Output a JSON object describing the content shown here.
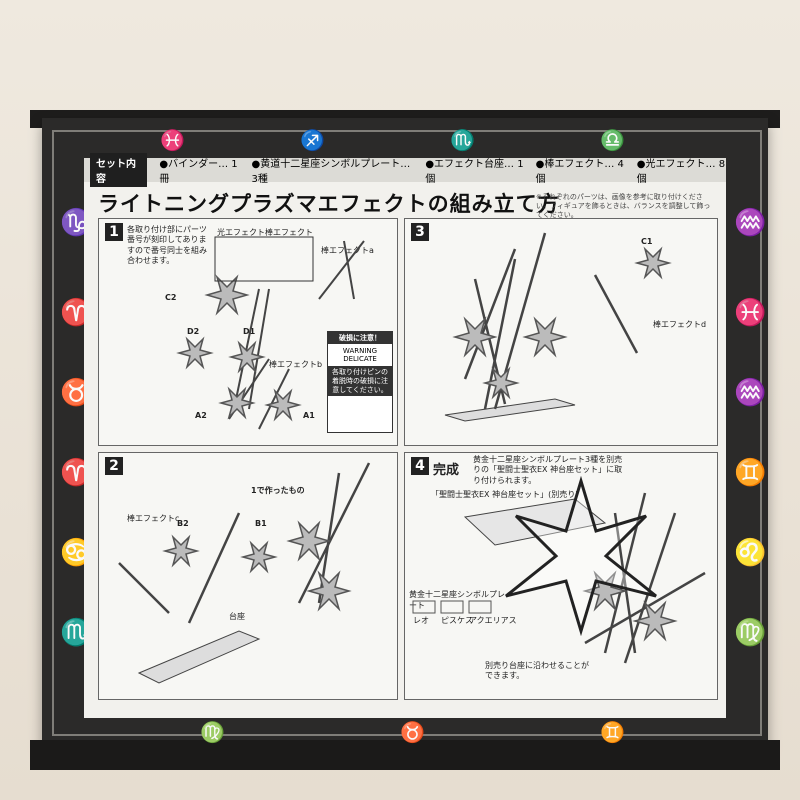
{
  "header": {
    "tag": "セット内容",
    "items": [
      "●バインダー… 1冊",
      "●黄道十二星座シンボルプレート… 3種",
      "●エフェクト台座… 1個",
      "●棒エフェクト… 4個",
      "●光エフェクト… 8個"
    ]
  },
  "title": "ライトニングプラズマエフェクトの組み立て方",
  "note": "※それぞれのパーツは、画像を参考に取り付けください。フィギュアを飾るときは、バランスを調整して飾ってください。",
  "steps": [
    {
      "num": "1",
      "text": "各取り付け部にパーツ番号が刻印してありますので番号同士を組み合わせます。",
      "light": "光エフェクト",
      "rod": "棒エフェクト",
      "rod_a": "棒エフェクトa",
      "rod_b": "棒エフェクトb",
      "c2": "C2",
      "d2": "D2",
      "d1": "D1",
      "a2": "A2",
      "a1": "A1",
      "caution_title": "破損に注意！",
      "caution_en": "WARNING DELICATE",
      "caution_text": "各取り付けピンの着脱時の破損に注意してください。"
    },
    {
      "num": "3",
      "c1": "C1",
      "rod_d": "棒エフェクトd"
    },
    {
      "num": "2",
      "rod_c": "棒エフェクトc",
      "b2": "B2",
      "b1": "B1",
      "made1": "1で作ったもの",
      "base": "台座"
    },
    {
      "num": "4",
      "complete": "完成",
      "text": "黄金十二星座シンボルプレート3種を別売りの「聖闘士聖衣EX 神台座セット」に取り付けられます。",
      "sold": "「聖闘士聖衣EX 神台座セット」(別売り)",
      "plate": "黄金十二星座シンボルプレート",
      "names": [
        "レオ",
        "ピスケス",
        "アクエリアス"
      ],
      "footer": "別売り台座に沿わせることができます。"
    }
  ],
  "colors": {
    "box": "#2b2a29",
    "panel": "#f2f1ed",
    "wall": "#e9e2d6"
  }
}
